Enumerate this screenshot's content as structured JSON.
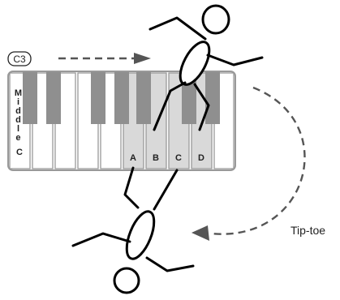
{
  "octave_badge": "C3",
  "middle_c_label": "Middle C",
  "key_labels": [
    "A",
    "B",
    "C",
    "D"
  ],
  "annotation": "Tip-toe",
  "colors": {
    "highlight_key": "#d9d9d9",
    "black_key": "#8f8f8f",
    "outline": "#000000"
  }
}
